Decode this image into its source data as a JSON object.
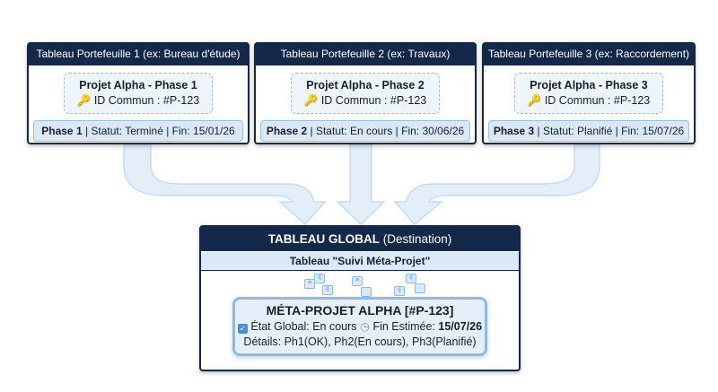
{
  "cards": [
    {
      "header": "Tableau Portefeuille 1 (ex: Bureau d'étude)",
      "project": "Projet Alpha - Phase 1",
      "id": "ID Commun : #P-123",
      "phase": "Phase 1",
      "status": " | Statut: Terminé | Fin: 15/01/26"
    },
    {
      "header": "Tableau Portefeuille 2 (ex: Travaux)",
      "project": "Projet Alpha - Phase 2",
      "id": "ID Commun : #P-123",
      "phase": "Phase 2",
      "status": " | Statut: En cours | Fin: 30/06/26"
    },
    {
      "header": "Tableau Portefeuille 3 (ex: Raccordement)",
      "project": "Projet Alpha - Phase 3",
      "id": "ID Commun : #P-123",
      "phase": "Phase 3",
      "status": " | Statut: Planifié | Fin: 15/07/26"
    }
  ],
  "global": {
    "title": "TABLEAU GLOBAL",
    "title_suffix": " (Destination)",
    "subtitle": "Tableau \"Suivi Méta-Projet\"",
    "meta": {
      "title": "MÉTA-PROJET ALPHA [#P-123]",
      "state": "État Global: En cours",
      "end_label": "Fin Estimée: ",
      "end_value": "15/07/26",
      "details": "Détails: Ph1(OK), Ph2(En cours), Ph3(Planifié)"
    }
  },
  "colors": {
    "navy": "#14284a",
    "light_blue": "#dbe9f7",
    "accent": "#8dbbe3"
  }
}
